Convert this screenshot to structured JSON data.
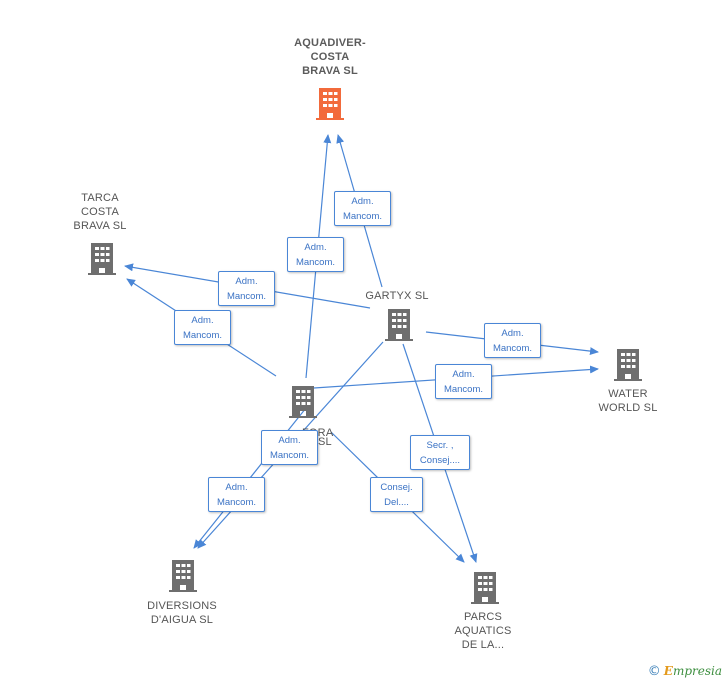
{
  "nodes": [
    {
      "id": "aquadiver",
      "lines": [
        "AQUADIVER-",
        "COSTA",
        "BRAVA SL"
      ],
      "color": "#f26a3b",
      "main": true
    },
    {
      "id": "tarca",
      "lines": [
        "TARCA",
        "COSTA",
        "BRAVA SL"
      ],
      "color": "#6e6e6e"
    },
    {
      "id": "gartyx",
      "lines": [
        "GARTYX SL"
      ],
      "color": "#6e6e6e"
    },
    {
      "id": "water",
      "lines": [
        "WATER",
        "WORLD SL"
      ],
      "color": "#6e6e6e"
    },
    {
      "id": "fora",
      "lines": [
        "FORA",
        "SL"
      ],
      "color": "#6e6e6e"
    },
    {
      "id": "diversions",
      "lines": [
        "DIVERSIONS",
        "D'AIGUA SL"
      ],
      "color": "#6e6e6e"
    },
    {
      "id": "parcs",
      "lines": [
        "PARCS",
        "AQUATICS",
        "DE LA..."
      ],
      "color": "#6e6e6e"
    }
  ],
  "edges": [
    {
      "id": "e1",
      "lines": [
        "Adm.",
        "Mancom."
      ]
    },
    {
      "id": "e2",
      "lines": [
        "Adm.",
        "Mancom."
      ]
    },
    {
      "id": "e3",
      "lines": [
        "Adm.",
        "Mancom."
      ]
    },
    {
      "id": "e4",
      "lines": [
        "Adm.",
        "Mancom."
      ]
    },
    {
      "id": "e5",
      "lines": [
        "Adm.",
        "Mancom."
      ]
    },
    {
      "id": "e6",
      "lines": [
        "Adm.",
        "Mancom."
      ]
    },
    {
      "id": "e7",
      "lines": [
        "Adm.",
        "Mancom."
      ]
    },
    {
      "id": "e8",
      "lines": [
        "Adm.",
        "Mancom."
      ]
    },
    {
      "id": "e9",
      "lines": [
        "Secr. ,",
        "Consej...."
      ]
    },
    {
      "id": "e10",
      "lines": [
        "Consej.",
        "Del...."
      ]
    }
  ],
  "colors": {
    "edge": "#4a86d6",
    "focus": "#f26a3b",
    "node": "#6e6e6e"
  },
  "footer": {
    "copyright": "©",
    "brand_first": "E",
    "brand_rest": "mpresia"
  }
}
